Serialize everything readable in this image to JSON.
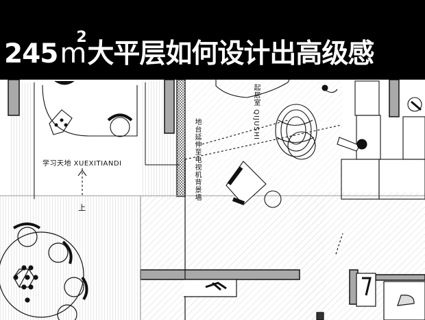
{
  "title": {
    "number": "245",
    "unit": "m",
    "superscript": "2",
    "text": "大平层如何设计出高级感"
  },
  "rooms": {
    "study": "学习天地 XUEXITIANDI",
    "living": "起居室 QIJUSHI",
    "tv_wall": "地台延伸至电视机背景墙",
    "stairs_up": "上"
  },
  "colors": {
    "banner": "#000000",
    "wall": "#a9a9a9",
    "line": "#111111",
    "hatch": "#d4d4d4"
  }
}
